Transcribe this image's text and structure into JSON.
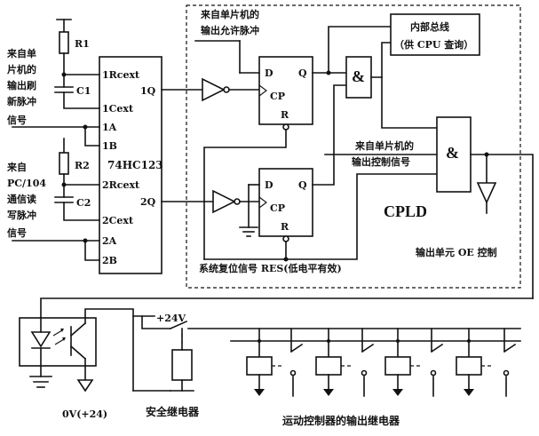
{
  "ic": {
    "name": "74HC123",
    "pins": {
      "rext1": "1Rcext",
      "cext1": "1Cext",
      "a1": "1A",
      "b1": "1B",
      "rext2": "2Rcext",
      "cext2": "2Cext",
      "a2": "2A",
      "b2": "2B",
      "q1": "1Q",
      "q2": "2Q"
    }
  },
  "components": {
    "r1": "R1",
    "c1": "C1",
    "r2": "R2",
    "c2": "C2"
  },
  "left_labels": {
    "refresh": [
      "来自单",
      "片机的",
      "输出刷",
      "新脉冲",
      "信号"
    ],
    "pc104": [
      "来自",
      "PC/104",
      "通信读",
      "写脉冲",
      "信号"
    ]
  },
  "cpld": {
    "label": "CPLD",
    "allow_pulse": [
      "来自单片机的",
      "输出允许脉冲"
    ],
    "bus": [
      "内部总线",
      "（供 CPU 查询）"
    ],
    "control": [
      "来自单片机的",
      "输出控制信号"
    ],
    "oe": "输出单元 OE 控制",
    "reset": "系统复位信号 RES(低电平有效)",
    "ff_d": "D",
    "ff_q": "Q",
    "ff_cp": "CP",
    "ff_r": "R",
    "and": "&"
  },
  "bottom": {
    "vcc": "+24V",
    "gnd_ref": "0V(+24)",
    "safety_relay": "安全继电器",
    "output_relays": "运动控制器的输出继电器"
  }
}
